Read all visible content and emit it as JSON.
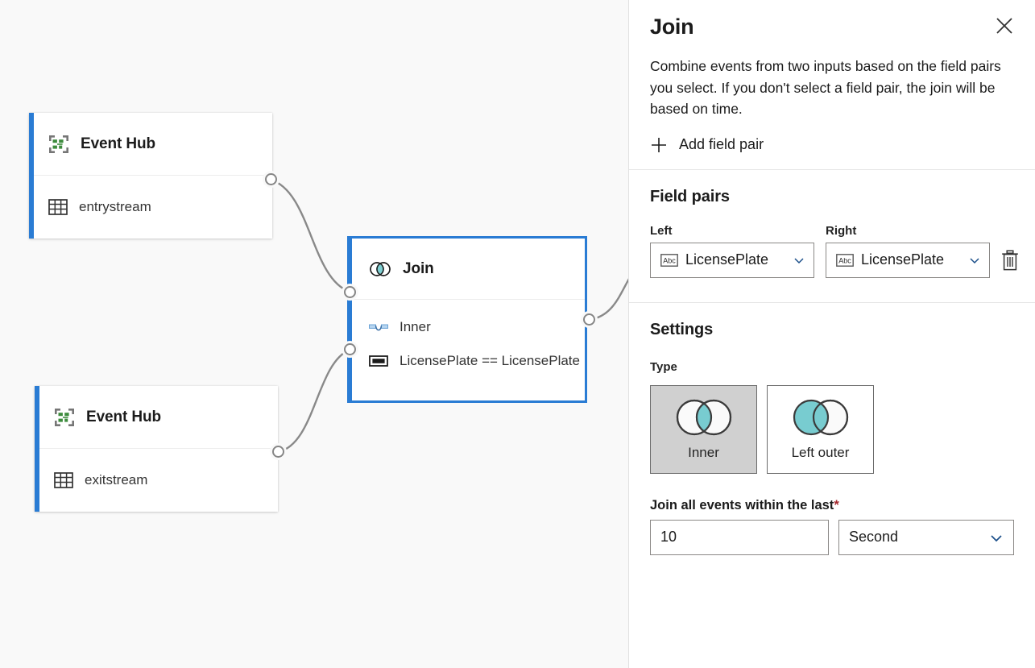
{
  "canvas": {
    "nodes": [
      {
        "id": "eventhub-entry",
        "title": "Event Hub",
        "title_icon": "event-hub-icon",
        "stream": "entrystream",
        "stream_icon": "table-icon",
        "accent_color": "#2a7cd4"
      },
      {
        "id": "join",
        "title": "Join",
        "title_icon": "join-venn-icon",
        "rows": [
          {
            "icon": "join-type-icon",
            "text": "Inner"
          },
          {
            "icon": "field-pair-icon",
            "text": "LicensePlate == LicensePlate"
          }
        ],
        "selected": true,
        "accent_color": "#2a7cd4"
      },
      {
        "id": "eventhub-exit",
        "title": "Event Hub",
        "title_icon": "event-hub-icon",
        "stream": "exitstream",
        "stream_icon": "table-icon",
        "accent_color": "#2a7cd4"
      }
    ],
    "background_color": "#f9f9f9"
  },
  "panel": {
    "title": "Join",
    "close_icon": "close-icon",
    "description": "Combine events from two inputs based on the field pairs you select. If you don't select a field pair, the join will be based on time.",
    "add_field_pair": {
      "label": "Add field pair",
      "icon": "plus-icon"
    },
    "field_pairs": {
      "section_title": "Field pairs",
      "left_label": "Left",
      "right_label": "Right",
      "rows": [
        {
          "left_value": "LicensePlate",
          "left_type_icon": "abc-icon",
          "right_value": "LicensePlate",
          "right_type_icon": "abc-icon",
          "delete_icon": "trash-icon",
          "chevron_icon": "chevron-down-icon"
        }
      ]
    },
    "settings": {
      "section_title": "Settings",
      "type_label": "Type",
      "type_options": [
        {
          "label": "Inner",
          "icon": "venn-inner-icon",
          "selected": true
        },
        {
          "label": "Left outer",
          "icon": "venn-left-outer-icon",
          "selected": false
        }
      ],
      "window_label": "Join all events within the last",
      "window_required_marker": "*",
      "window_value": "10",
      "window_unit": "Second",
      "window_unit_chevron": "chevron-down-icon"
    },
    "accent_color": "#2a7cd4",
    "required_color": "#a4262c",
    "venn_fill_color": "#78ccd0"
  }
}
